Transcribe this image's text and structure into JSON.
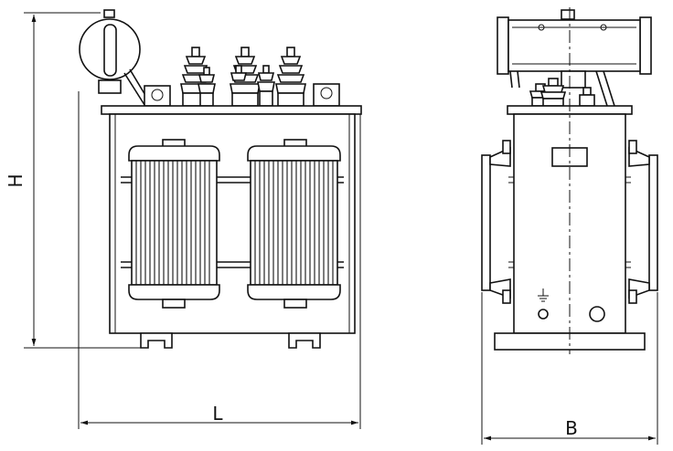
{
  "dimensions": {
    "height_label": "H",
    "length_label": "L",
    "width_label": "B"
  }
}
